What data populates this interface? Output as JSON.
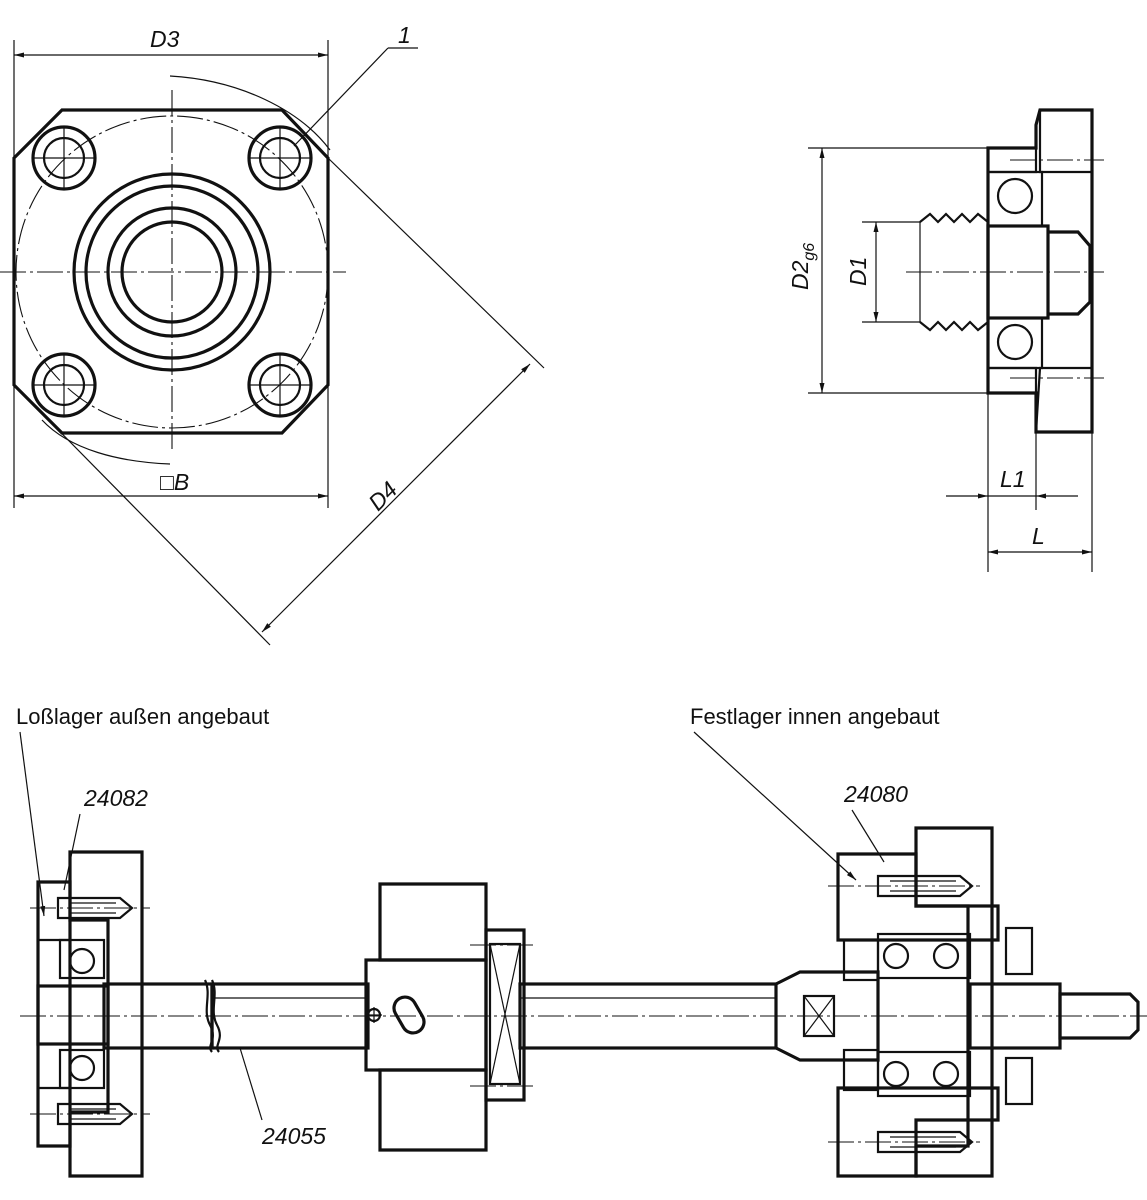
{
  "labels": {
    "d3": "D3",
    "callout_1": "1",
    "square_b": "□B",
    "d4": "D4",
    "d2_main": "D2",
    "d2_sub": "g6",
    "d1": "D1",
    "l1": "L1",
    "l": "L"
  },
  "captions": {
    "floating_bearing": "Loßlager außen angebaut",
    "fixed_bearing": "Festlager innen angebaut"
  },
  "part_numbers": {
    "floating_flange": "24082",
    "fixed_flange": "24080",
    "ball_screw": "24055"
  }
}
